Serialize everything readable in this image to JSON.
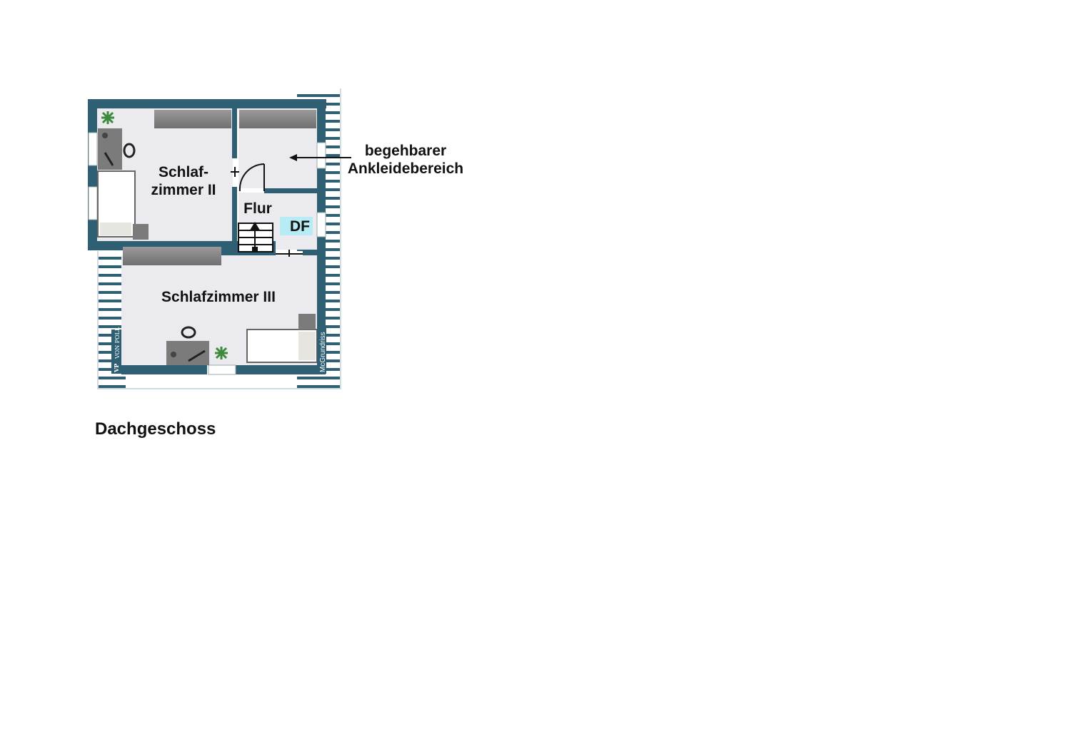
{
  "floorplan": {
    "rooms": {
      "bedroom2_line1": "Schlaf-",
      "bedroom2_line2": "zimmer II",
      "hallway": "Flur",
      "bedroom3": "Schlafzimmer III",
      "skylight": "DF"
    },
    "annotation": {
      "line1": "begehbarer",
      "line2": "Ankleidebereich"
    },
    "branding": {
      "left_logo_initials": "VP",
      "left_logo_name": "VON POLL",
      "right_logo": "McGrundriss"
    },
    "caption": "Dachgeschoss"
  },
  "colors": {
    "wall": "#2e5f73",
    "floor": "#ebebef",
    "roof_stripes": "#2e5f73",
    "wardrobe": "#8a8a8a",
    "skylight": "#b8ecf4",
    "plant": "#3c8a3c"
  }
}
